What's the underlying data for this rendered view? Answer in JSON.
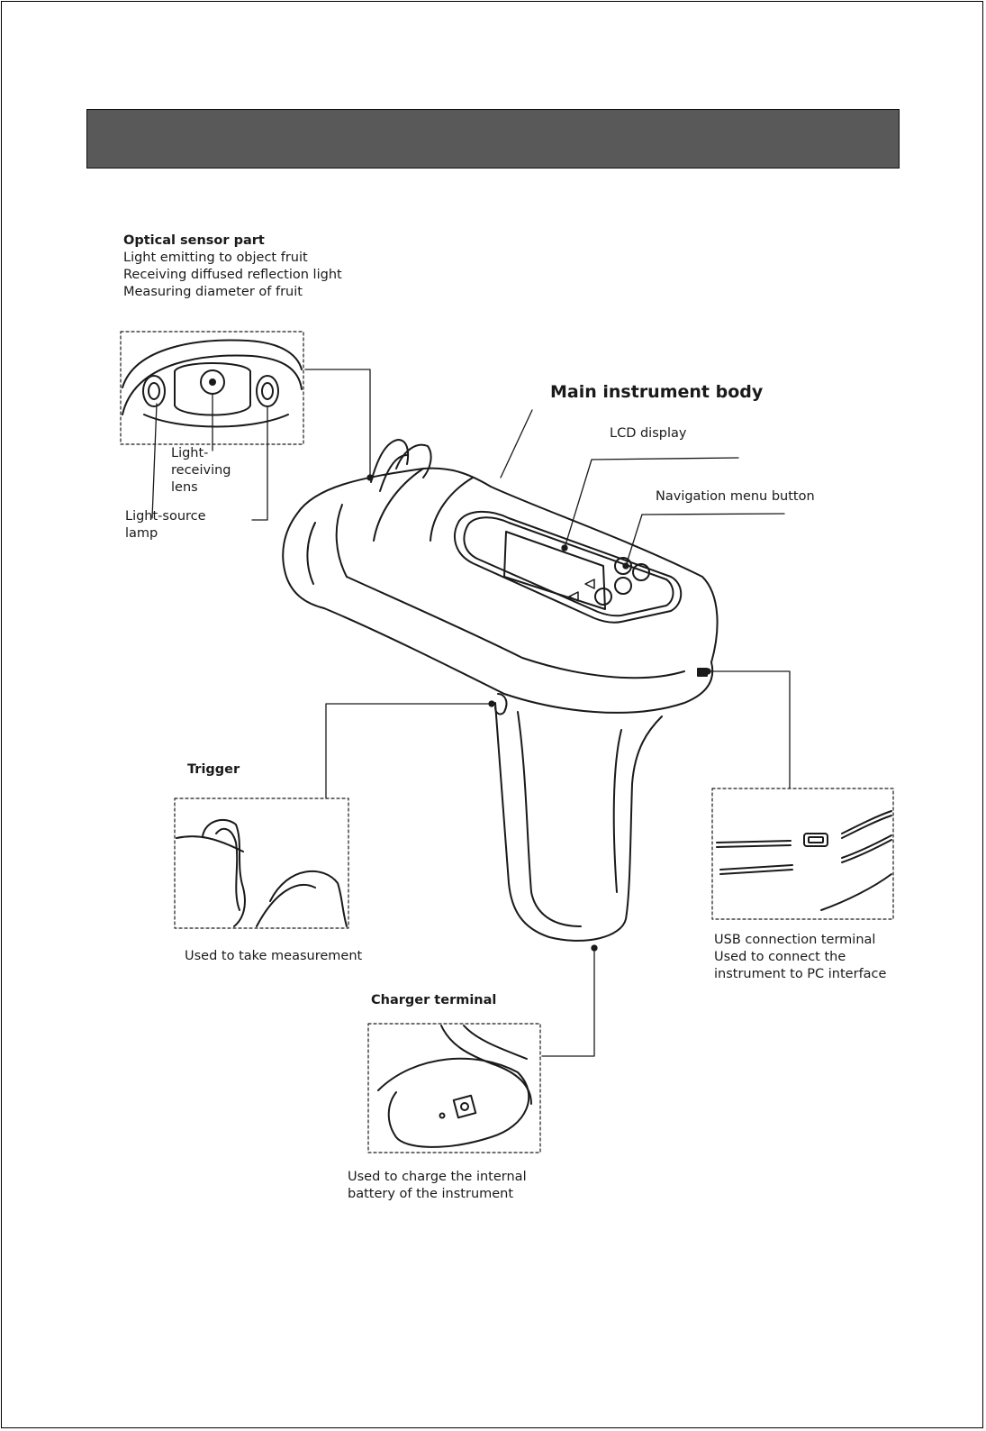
{
  "labels": {
    "optical_title": "Optical sensor part",
    "optical_desc": [
      "Light emitting to object fruit",
      "Receiving diffused reflection light",
      "Measuring diameter of fruit"
    ],
    "main_body": "Main instrument body",
    "lcd_display": "LCD display",
    "nav_button": "Navigation menu button",
    "lens": [
      "Light-",
      "receiving",
      "lens"
    ],
    "lamp": [
      "Light-source",
      "lamp"
    ],
    "trigger_title": "Trigger",
    "trigger_desc": "Used to take measurement",
    "usb_desc": [
      "USB connection terminal",
      "Used to connect the",
      "instrument to PC interface"
    ],
    "charger_title": "Charger terminal",
    "charger_desc": [
      "Used to charge the internal",
      "battery of the instrument"
    ]
  },
  "colors": {
    "banner": "#595959",
    "line": "#1a1a1a"
  }
}
